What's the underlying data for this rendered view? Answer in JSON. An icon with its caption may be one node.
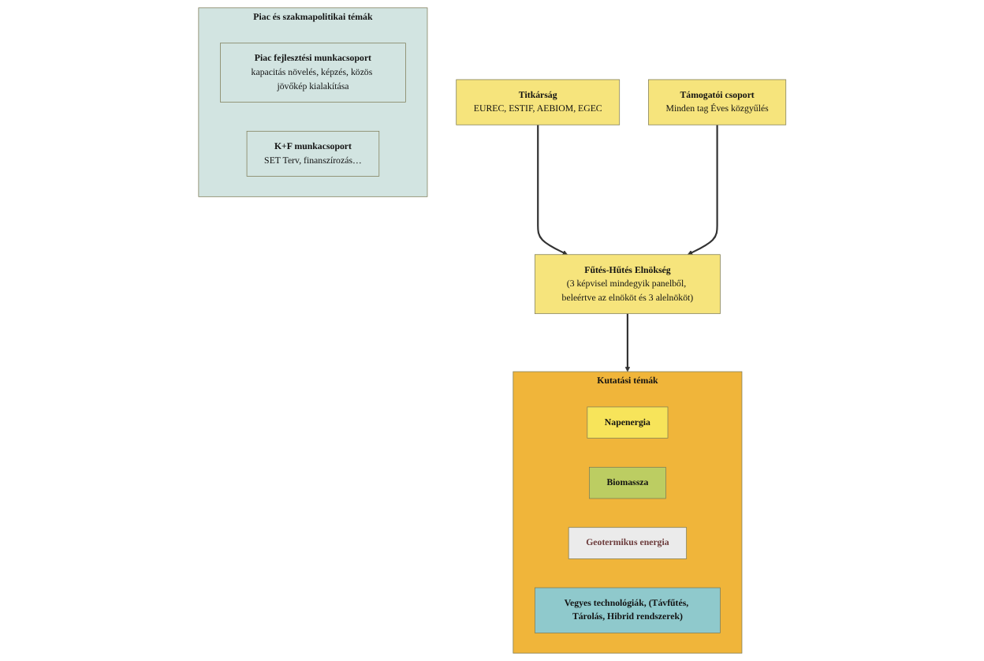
{
  "diagram": {
    "nodes": [
      {
        "text": [
          "Titkárság",
          "EUREC, ESTIF, AEBIOM, EGEC"
        ]
      },
      {
        "text": [
          "Fűtés-Hűtés Elnökség",
          "(3 képvisel mindegyik panelből, beleértve az elnököt és 3 alelnököt)"
        ]
      },
      {
        "text": [
          "Támogatói csoport",
          "Minden tag Éves közgyűlés"
        ]
      },
      {
        "text": [
          "Kutatási témák"
        ]
      },
      {
        "text": [
          "Napenergia"
        ],
        "in": 3
      },
      {
        "text": [
          "Biomassza"
        ],
        "in": 3
      },
      {
        "text": [
          "Geotermikus energia"
        ],
        "in": 3
      },
      {
        "text": [
          "Vegyes technológiák, (Távfűtés, Tárolás, Hibrid rendszerek)"
        ],
        "in": 3
      },
      {
        "text": [
          "Piac és szakmapolitikai témák"
        ]
      },
      {
        "text": [
          "Piac fejlesztési munkacsoport",
          "kapacitás növelés, képzés, közös jövőkép kialakítása"
        ],
        "in": 8
      },
      {
        "text": [
          "K+F munkacsoport",
          "SET Terv, finanszírozás…"
        ],
        "in": 8
      }
    ],
    "edges": [
      {
        "from": 0,
        "to": 1,
        "arrow": "to"
      },
      {
        "from": 2,
        "to": 1,
        "arrow": "to"
      },
      {
        "from": 1,
        "to": 3,
        "arrow": "to"
      }
    ]
  }
}
